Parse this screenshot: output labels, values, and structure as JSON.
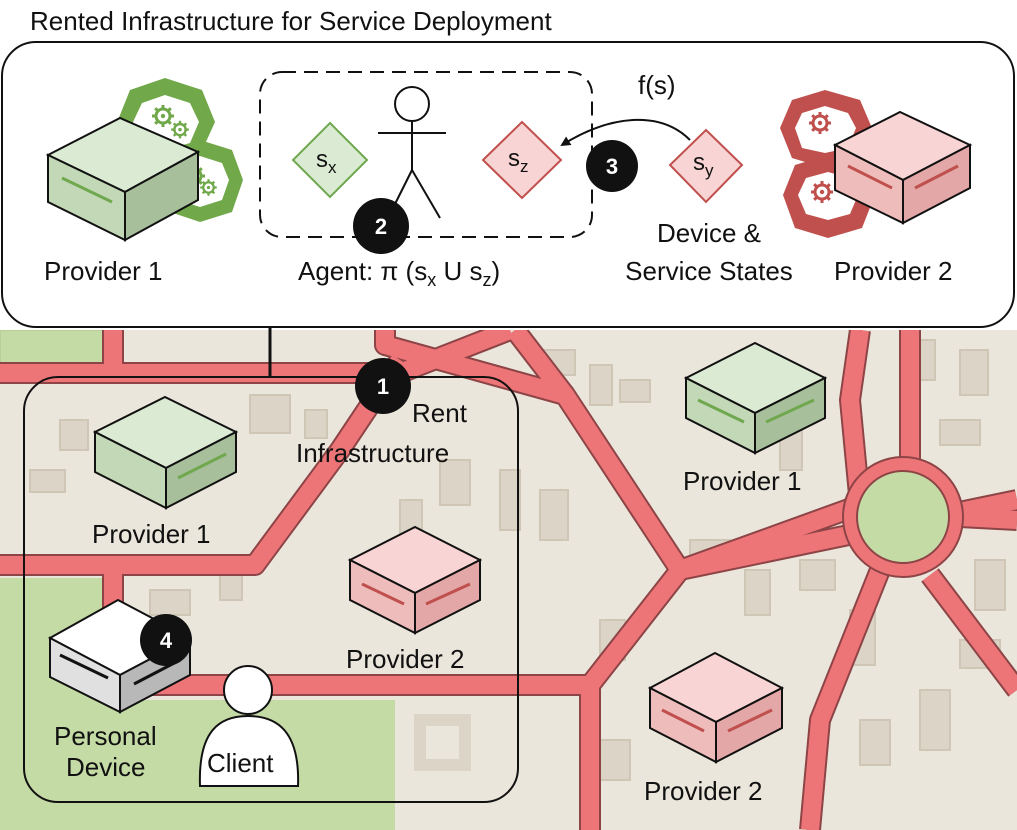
{
  "title": "Rented Infrastructure for Service Deployment",
  "top_panel": {
    "provider1_label": "Provider 1",
    "provider2_label": "Provider 2",
    "fs_label": "f(s)",
    "state_x": {
      "base": "s",
      "sub": "x"
    },
    "state_z": {
      "base": "s",
      "sub": "z"
    },
    "state_y": {
      "base": "s",
      "sub": "y"
    },
    "states_line1": "Device &",
    "states_line2": "Service States",
    "agent": {
      "prefix": "Agent: π (",
      "s1": "s",
      "sub1": "x",
      "mid": " U ",
      "s2": "s",
      "sub2": "z",
      "suffix": ")"
    }
  },
  "steps": {
    "one": "1",
    "two": "2",
    "three": "3",
    "four": "4"
  },
  "map": {
    "rent_line1": "Rent",
    "rent_line2": "Infrastructure",
    "provider1_left": "Provider 1",
    "provider1_right": "Provider 1",
    "provider2_center": "Provider 2",
    "provider2_bottom": "Provider 2",
    "personal_line1": "Personal",
    "personal_line2": "Device",
    "client": "Client"
  },
  "colors": {
    "green_face": "#cfe2c4",
    "green_side": "#b1c9a4",
    "green_stripe": "#6fa84f",
    "red_face": "#f5cccc",
    "red_side": "#e3aaaa",
    "red_stripe": "#c0504d",
    "road": "#ee7577",
    "map_bg": "#ebe6db",
    "park": "#c5dba5",
    "gear_green": "#70a84a",
    "gear_red": "#c0504d"
  }
}
